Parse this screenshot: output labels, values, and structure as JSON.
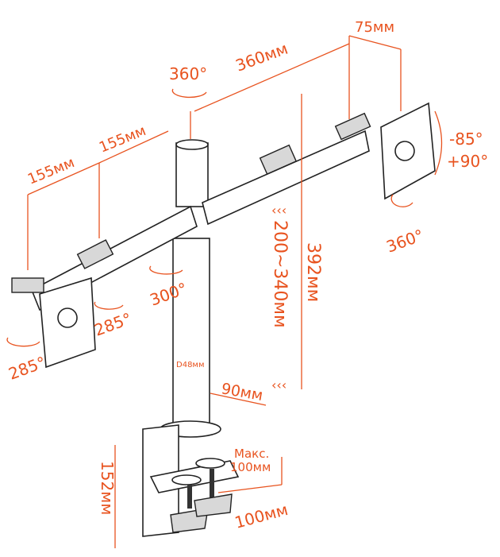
{
  "diagram": {
    "colors": {
      "accent": "#e8531f",
      "outline": "#222222"
    },
    "labels": {
      "arm_depth": "75мм",
      "arm_length": "360мм",
      "pole_rotation": "360°",
      "left_arm_segment_1": "155мм",
      "left_arm_segment_2": "155мм",
      "tilt_down": "-85°",
      "tilt_up": "+90°",
      "right_head_rotation": "360°",
      "arm_swivel": "300°",
      "left_head_swivel_1": "285°",
      "left_head_swivel_2": "285°",
      "pole_height": "392мм",
      "height_adjust": "200~340мм",
      "pole_diameter": "D48мм",
      "clamp_offset": "90мм",
      "max_desk_label": "Макс.",
      "max_desk_value": "100мм",
      "clamp_height": "152мм",
      "clamp_width": "100мм"
    }
  }
}
